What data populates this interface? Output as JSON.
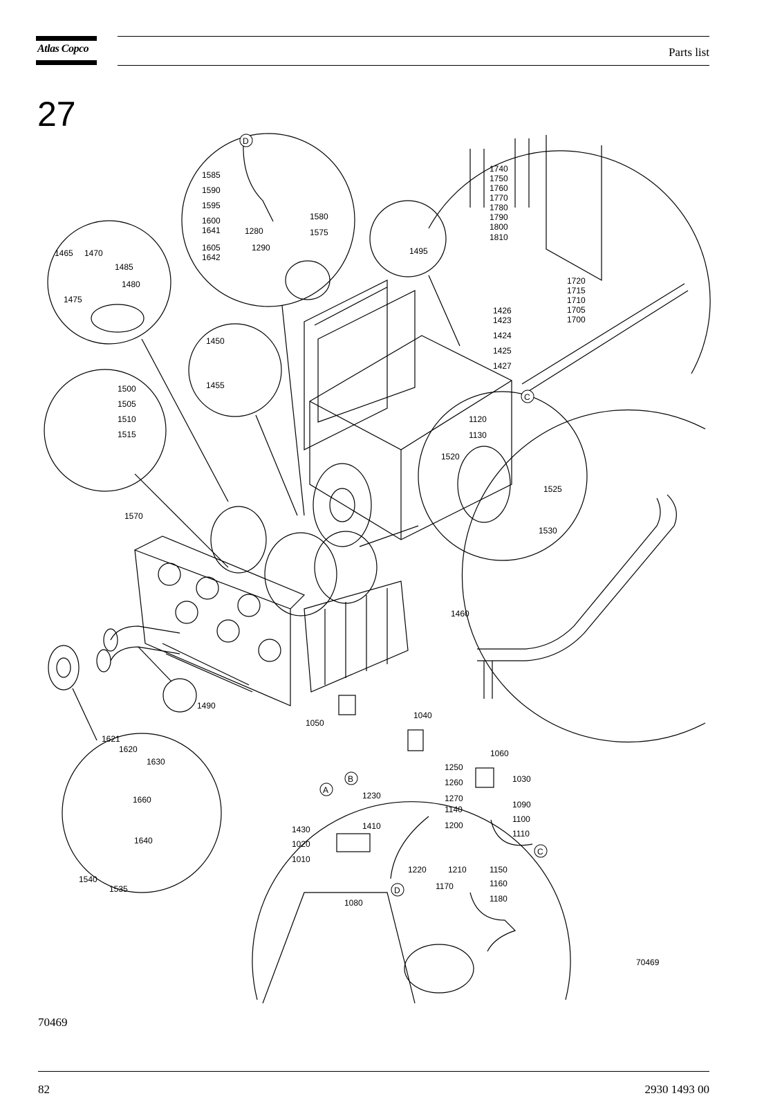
{
  "header": {
    "logo_text": "Atlas Copco",
    "title": "Parts list"
  },
  "section": {
    "number": "27"
  },
  "figure": {
    "drawing_id": "70469",
    "callouts": [
      {
        "id": "D",
        "text": "D"
      },
      {
        "id": "C",
        "text": "C"
      },
      {
        "id": "A",
        "text": "A"
      },
      {
        "id": "B",
        "text": "B"
      },
      {
        "id": "C2",
        "text": "C"
      },
      {
        "id": "D2",
        "text": "D"
      }
    ],
    "part_labels": [
      {
        "id": "p1585",
        "text": "1585"
      },
      {
        "id": "p1590",
        "text": "1590"
      },
      {
        "id": "p1595",
        "text": "1595"
      },
      {
        "id": "p1600",
        "text": "1600"
      },
      {
        "id": "p1641",
        "text": "1641"
      },
      {
        "id": "p1605",
        "text": "1605"
      },
      {
        "id": "p1642",
        "text": "1642"
      },
      {
        "id": "p1280",
        "text": "1280"
      },
      {
        "id": "p1290",
        "text": "1290"
      },
      {
        "id": "p1580",
        "text": "1580"
      },
      {
        "id": "p1575",
        "text": "1575"
      },
      {
        "id": "p1465",
        "text": "1465"
      },
      {
        "id": "p1470",
        "text": "1470"
      },
      {
        "id": "p1485",
        "text": "1485"
      },
      {
        "id": "p1480",
        "text": "1480"
      },
      {
        "id": "p1475",
        "text": "1475"
      },
      {
        "id": "p1495",
        "text": "1495"
      },
      {
        "id": "p1740",
        "text": "1740"
      },
      {
        "id": "p1750",
        "text": "1750"
      },
      {
        "id": "p1760",
        "text": "1760"
      },
      {
        "id": "p1770",
        "text": "1770"
      },
      {
        "id": "p1780",
        "text": "1780"
      },
      {
        "id": "p1790",
        "text": "1790"
      },
      {
        "id": "p1800",
        "text": "1800"
      },
      {
        "id": "p1810",
        "text": "1810"
      },
      {
        "id": "p1720",
        "text": "1720"
      },
      {
        "id": "p1715",
        "text": "1715"
      },
      {
        "id": "p1710",
        "text": "1710"
      },
      {
        "id": "p1705",
        "text": "1705"
      },
      {
        "id": "p1700",
        "text": "1700"
      },
      {
        "id": "p1426",
        "text": "1426"
      },
      {
        "id": "p1423",
        "text": "1423"
      },
      {
        "id": "p1424",
        "text": "1424"
      },
      {
        "id": "p1425",
        "text": "1425"
      },
      {
        "id": "p1427",
        "text": "1427"
      },
      {
        "id": "p1450",
        "text": "1450"
      },
      {
        "id": "p1455",
        "text": "1455"
      },
      {
        "id": "p1500",
        "text": "1500"
      },
      {
        "id": "p1505",
        "text": "1505"
      },
      {
        "id": "p1510",
        "text": "1510"
      },
      {
        "id": "p1515",
        "text": "1515"
      },
      {
        "id": "p1570",
        "text": "1570"
      },
      {
        "id": "p1120",
        "text": "1120"
      },
      {
        "id": "p1130",
        "text": "1130"
      },
      {
        "id": "p1520",
        "text": "1520"
      },
      {
        "id": "p1525",
        "text": "1525"
      },
      {
        "id": "p1530",
        "text": "1530"
      },
      {
        "id": "p1460",
        "text": "1460"
      },
      {
        "id": "p1490",
        "text": "1490"
      },
      {
        "id": "p1621",
        "text": "1621"
      },
      {
        "id": "p1620",
        "text": "1620"
      },
      {
        "id": "p1630",
        "text": "1630"
      },
      {
        "id": "p1660",
        "text": "1660"
      },
      {
        "id": "p1640",
        "text": "1640"
      },
      {
        "id": "p1540",
        "text": "1540"
      },
      {
        "id": "p1535",
        "text": "1535"
      },
      {
        "id": "p1050",
        "text": "1050"
      },
      {
        "id": "p1040",
        "text": "1040"
      },
      {
        "id": "p1060",
        "text": "1060"
      },
      {
        "id": "p1030",
        "text": "1030"
      },
      {
        "id": "p1250",
        "text": "1250"
      },
      {
        "id": "p1260",
        "text": "1260"
      },
      {
        "id": "p1230",
        "text": "1230"
      },
      {
        "id": "p1270",
        "text": "1270"
      },
      {
        "id": "p1140",
        "text": "1140"
      },
      {
        "id": "p1090",
        "text": "1090"
      },
      {
        "id": "p1100",
        "text": "1100"
      },
      {
        "id": "p1200",
        "text": "1200"
      },
      {
        "id": "p1110",
        "text": "1110"
      },
      {
        "id": "p1430",
        "text": "1430"
      },
      {
        "id": "p1410",
        "text": "1410"
      },
      {
        "id": "p1020",
        "text": "1020"
      },
      {
        "id": "p1010",
        "text": "1010"
      },
      {
        "id": "p1220",
        "text": "1220"
      },
      {
        "id": "p1210",
        "text": "1210"
      },
      {
        "id": "p1150",
        "text": "1150"
      },
      {
        "id": "p1170",
        "text": "1170"
      },
      {
        "id": "p1160",
        "text": "1160"
      },
      {
        "id": "p1180",
        "text": "1180"
      },
      {
        "id": "p1080",
        "text": "1080"
      }
    ]
  },
  "footer": {
    "figure_ref": "70469",
    "page_number": "82",
    "doc_number": "2930 1493 00"
  }
}
